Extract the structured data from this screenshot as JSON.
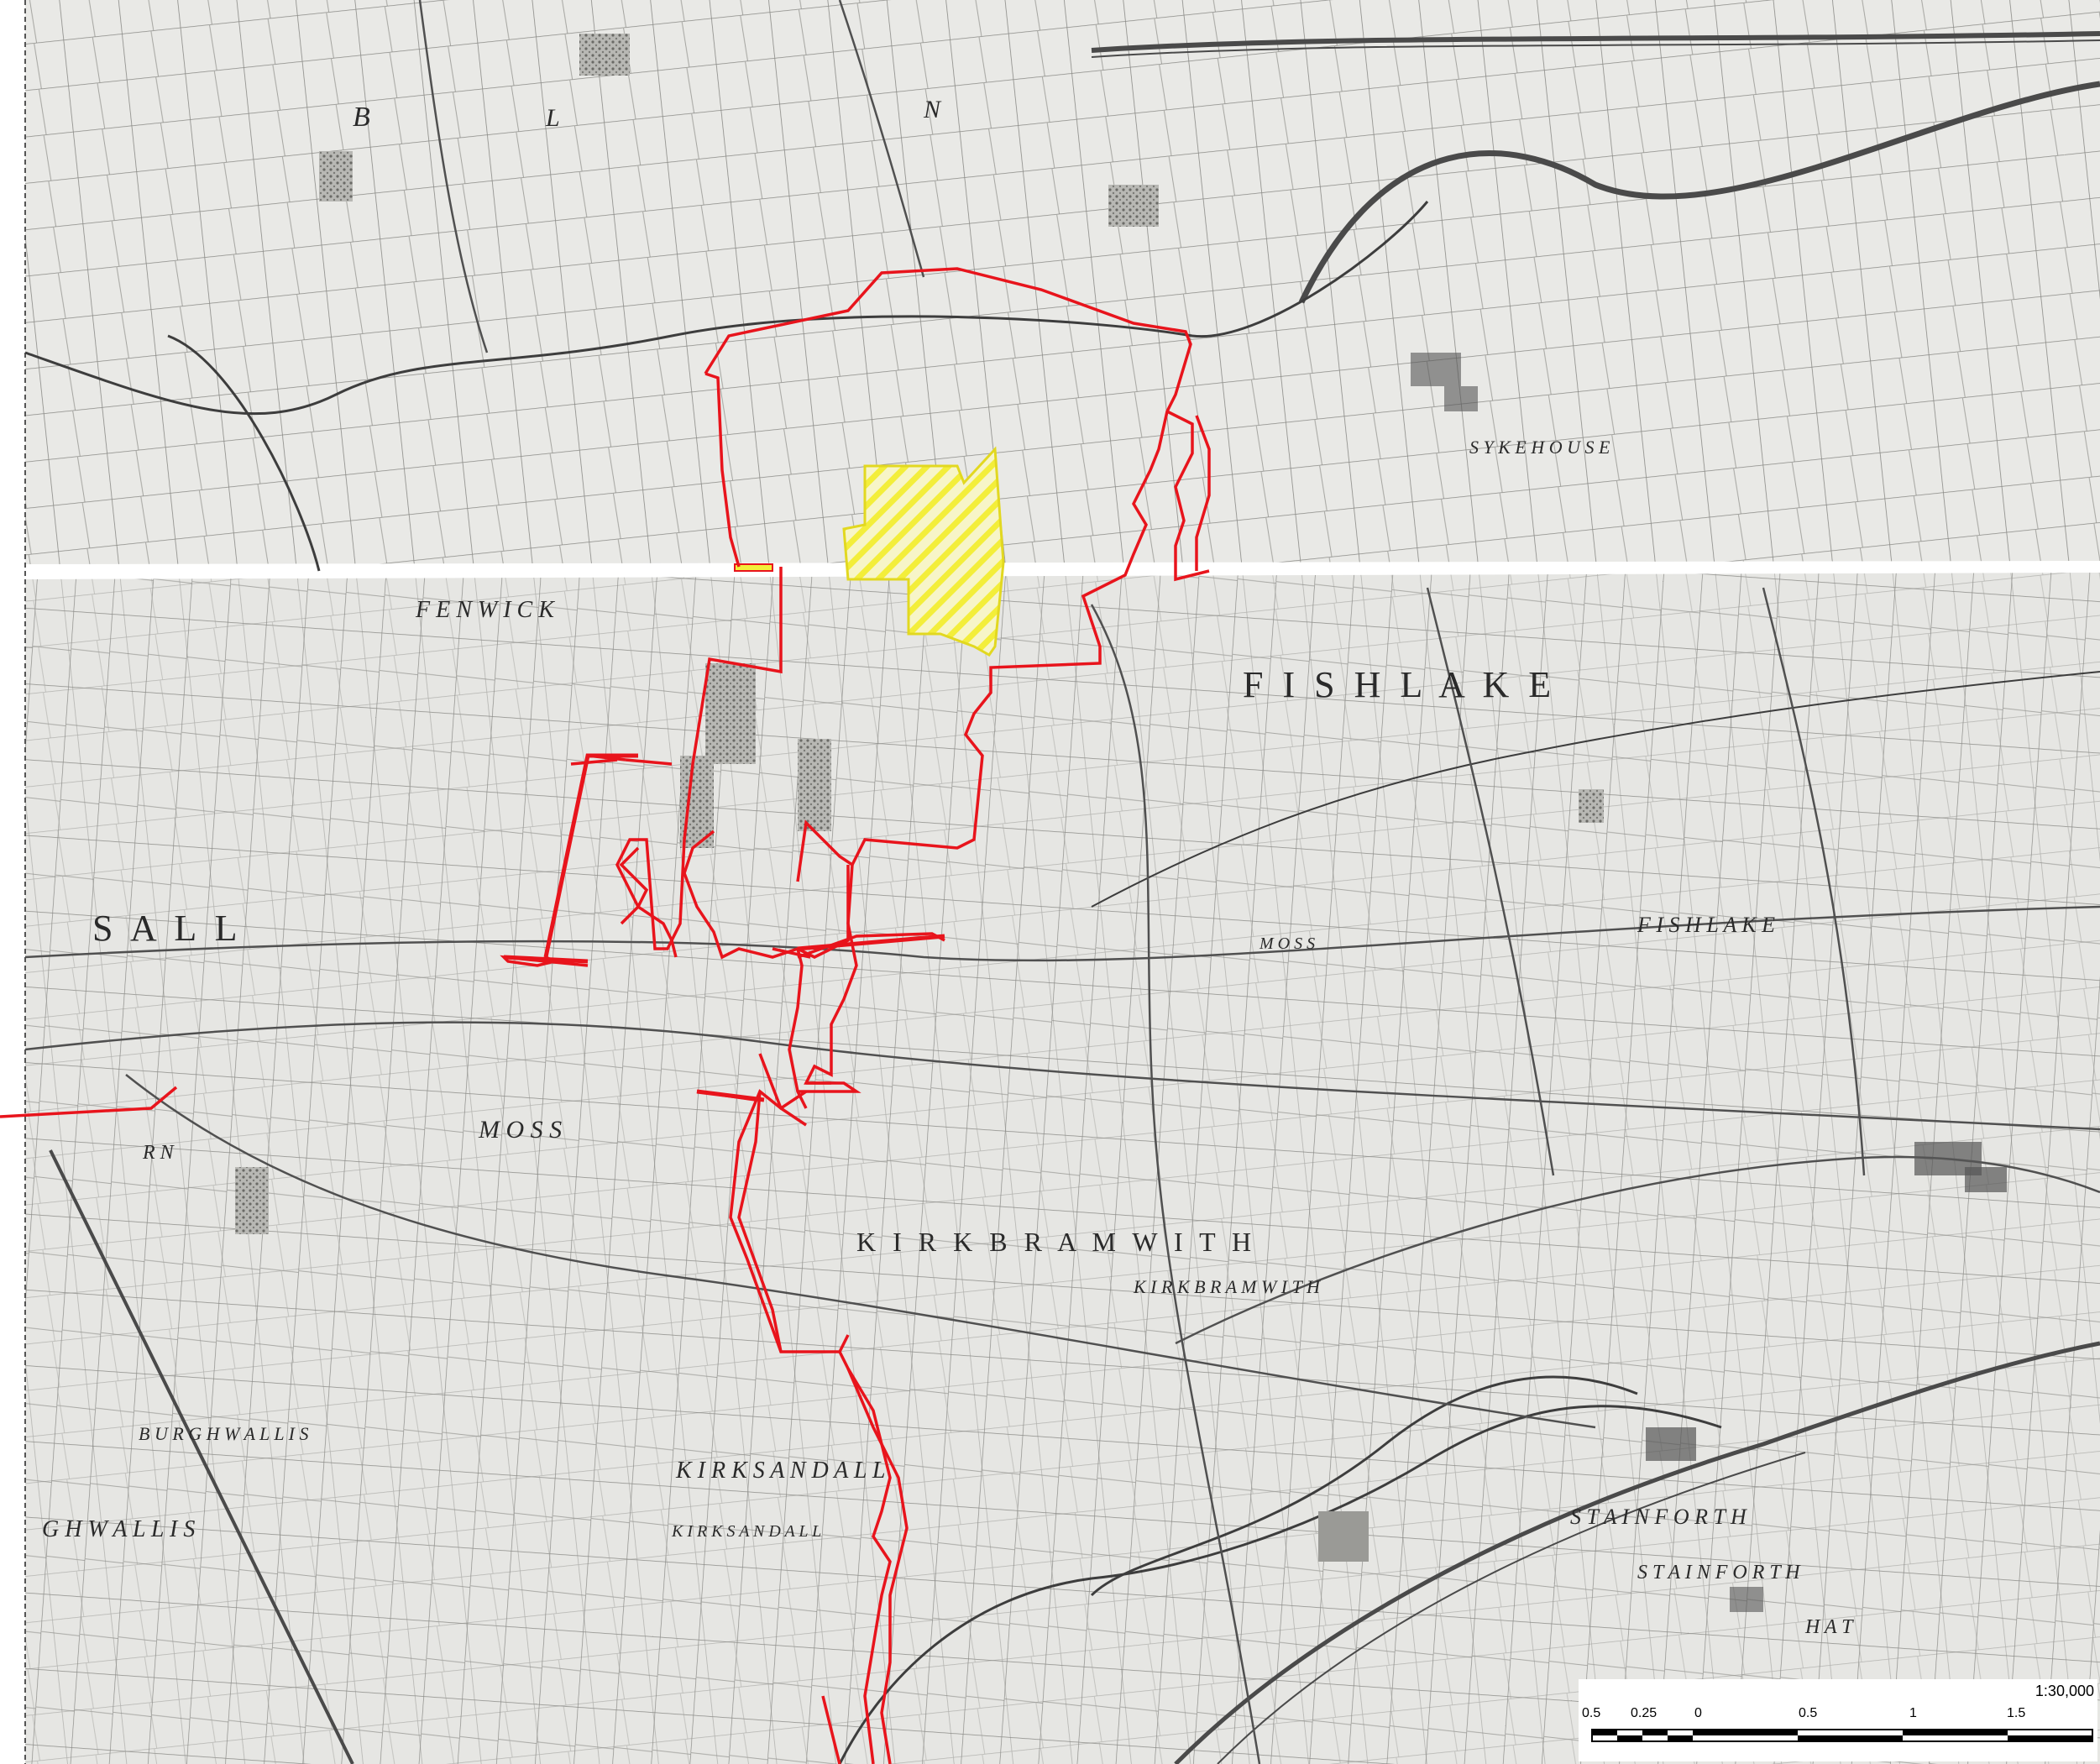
{
  "map": {
    "labels": {
      "b": "B",
      "l": "L",
      "n": "N",
      "fenwick": "F E N W I C K",
      "sykehouse": "S Y K E H O U S E",
      "fishlake": "F I S H L A K E",
      "fishlake_small": "F I S H L A K E",
      "sall": "S A L L",
      "moss_left": "M O S S",
      "moss_right": "M O S S",
      "kirk_bramwith": "K I R K   B R A M W I T H",
      "kirk_bramwith_small": "K I R K   B R A M W I T H",
      "kirk_sandall": "K I R K   S A N D A L L",
      "kirk_sandall_small": "K I R K   S A N D A L L",
      "burghwallis": "B U R G H W A L L I S",
      "ghwallis": "G H W A L L I S",
      "stainforth": "S T A I N F O R T H",
      "stainforth_small": "S T A I N F O R T H",
      "rn": "R N",
      "hat": "H A T"
    },
    "colors": {
      "boundary_red": "#e8141c",
      "site_yellow": "#f3ee3a",
      "map_paper": "#e9e9e6",
      "map_ink": "#3a3a3a"
    }
  },
  "scale_bar": {
    "ratio_label": "1:30,000",
    "tick_labels": [
      "0.5",
      "0.25",
      "0",
      "0.5",
      "1",
      "1.5"
    ]
  }
}
